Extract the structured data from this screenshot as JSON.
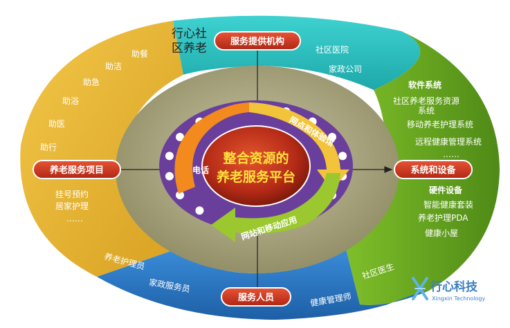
{
  "center": {
    "line1": "整合资源的",
    "line2": "养老服务平台"
  },
  "ring_labels": {
    "phone": "电话",
    "outlets": "网点和体验馆",
    "web_mobile": "网站和移动应用"
  },
  "top_left_label": "行心社\n区养老",
  "pills": {
    "top": "服务提供机构",
    "left": "养老服务项目",
    "right": "系统和设备",
    "bottom": "服务人员"
  },
  "top_section": {
    "items": [
      "社区医院",
      "家政公司"
    ]
  },
  "left_section": {
    "items": [
      "助餐",
      "助洁",
      "助急",
      "助浴",
      "助医",
      "助行",
      "挂号预约",
      "居家护理",
      "……"
    ]
  },
  "right_section": {
    "software_header": "软件系统",
    "software_items": [
      "社区养老服务资源\n系统",
      "移动养老护理系统",
      "远程健康管理系统",
      "……"
    ],
    "hardware_header": "硬件设备",
    "hardware_items": [
      "智能健康套装",
      "养老护理PDA",
      "健康小屋"
    ]
  },
  "bottom_section": {
    "items": [
      "养老护理员",
      "家政服务员",
      "健康管理师",
      "社区医生"
    ]
  },
  "logo": {
    "name": "行心科技",
    "subtitle": "Xingxin Technology"
  },
  "colors": {
    "left": "#E8B22C",
    "top": "#2FC3C3",
    "right": "#6FA51F",
    "bottom": "#2E78C2",
    "pill": "#D63A22",
    "middle_ring": "#8E8A63",
    "purple_ring": "#6A3F9C",
    "center": "#B42A16",
    "accent": "#F28A1E"
  }
}
